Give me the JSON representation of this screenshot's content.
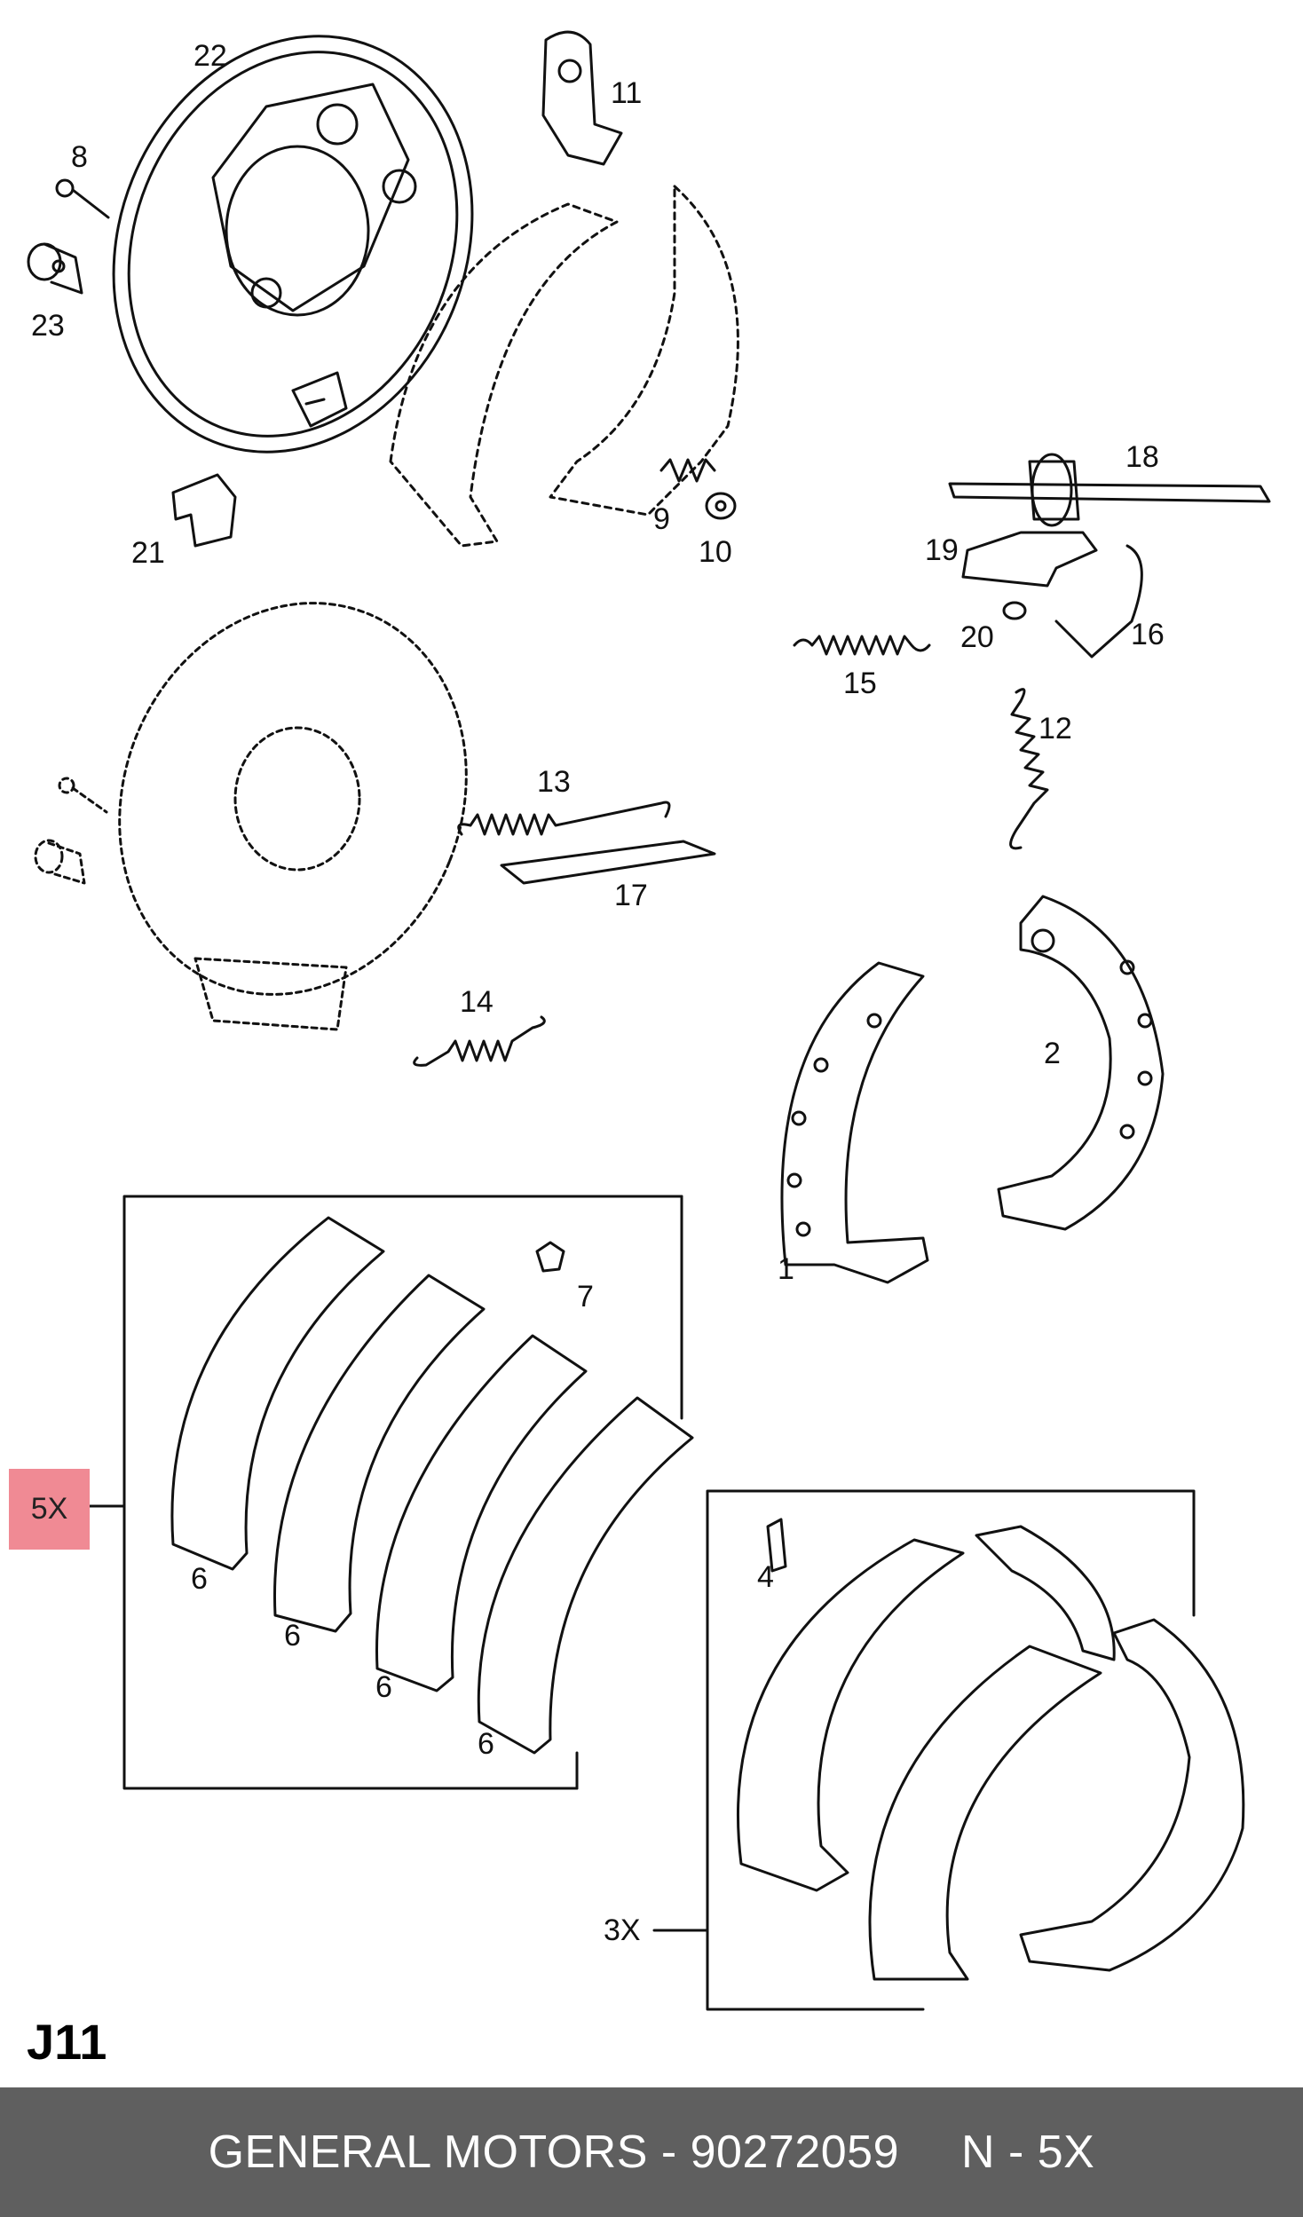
{
  "diagram": {
    "callouts": {
      "c22": "22",
      "c11": "11",
      "c8": "8",
      "c23": "23",
      "c9": "9",
      "c10": "10",
      "c21": "21",
      "c18": "18",
      "c19": "19",
      "c20": "20",
      "c16": "16",
      "c15": "15",
      "c12": "12",
      "c13": "13",
      "c17": "17",
      "c14": "14",
      "c2": "2",
      "c1": "1",
      "c7": "7",
      "c6a": "6",
      "c6b": "6",
      "c6c": "6",
      "c6d": "6",
      "c4": "4",
      "c3x": "3X"
    },
    "multiplier_badge": "5X",
    "page_code": "J11"
  },
  "footer": {
    "brand_part": "GENERAL MOTORS - 90272059",
    "qty": "N - 5X"
  },
  "colors": {
    "badge": "#f08a94",
    "footer_bg": "#5f5f5f",
    "line": "#111111"
  }
}
